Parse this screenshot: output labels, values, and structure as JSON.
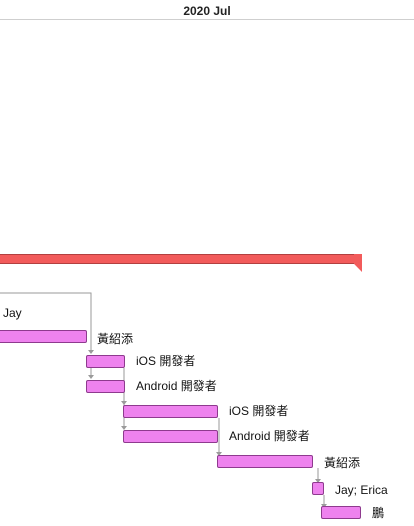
{
  "timeline": {
    "month_label": "2020 Jul"
  },
  "tasks": [
    {
      "name": "Jay"
    },
    {
      "name": "黃紹添"
    },
    {
      "name": "iOS 開發者"
    },
    {
      "name": "Android 開發者"
    },
    {
      "name": "iOS 開發者"
    },
    {
      "name": "Android 開發者"
    },
    {
      "name": "黃紹添"
    },
    {
      "name": "Jay; Erica"
    },
    {
      "name": "鵬"
    }
  ],
  "colors": {
    "task_bar": "#ee82ee",
    "summary_bar": "#f25b5b",
    "dependency_line": "#9a9a9a"
  }
}
